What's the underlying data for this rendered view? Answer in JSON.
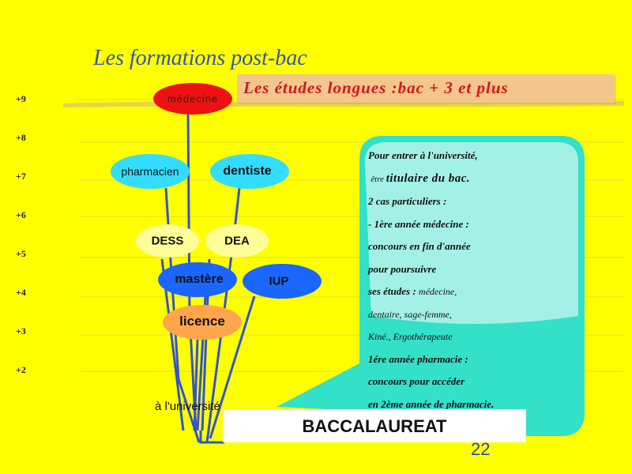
{
  "title": "Les formations post-bac",
  "banner": "Les études longues :bac + 3 et plus",
  "levels": [
    "+9",
    "+8",
    "+7",
    "+6",
    "+5",
    "+4",
    "+3",
    "+2"
  ],
  "nodes": {
    "medecine": "médecine",
    "pharmacien": "pharmacien",
    "dentiste": "dentiste",
    "dess": "DESS",
    "dea": "DEA",
    "mastere": "mastère",
    "iup": "IUP",
    "licence": "licence"
  },
  "bubble": {
    "line1": "Pour entrer à l'université,",
    "line2_pre": "être ",
    "line2_bold": "titulaire du bac",
    "line2_post": ".",
    "line3": "2 cas particuliers :",
    "line4": "- 1ère année médecine :",
    "line5": "concours en fin d'année",
    "line6": "pour poursuivre",
    "line7_bold": "ses études : ",
    "line7_rest": "médecine,",
    "line8": "dentaire, sage-femme,",
    "line9": "Kiné., Ergothérapeute",
    "line10": "1ére année pharmacie :",
    "line11": "concours pour accéder",
    "line12": "en 2ème année de pharmacie."
  },
  "universite": "à l'université",
  "baccalaureat": "BACCALAUREAT",
  "page_number": "22",
  "colors": {
    "background": "#ffff00",
    "medecine": "#ee1111",
    "light_blue": "#33ddff",
    "pale_yellow": "#ffff99",
    "blue": "#1a66ff",
    "orange": "#ffa64d",
    "lines": "#3355cc",
    "bubble": "#33e0c8"
  }
}
